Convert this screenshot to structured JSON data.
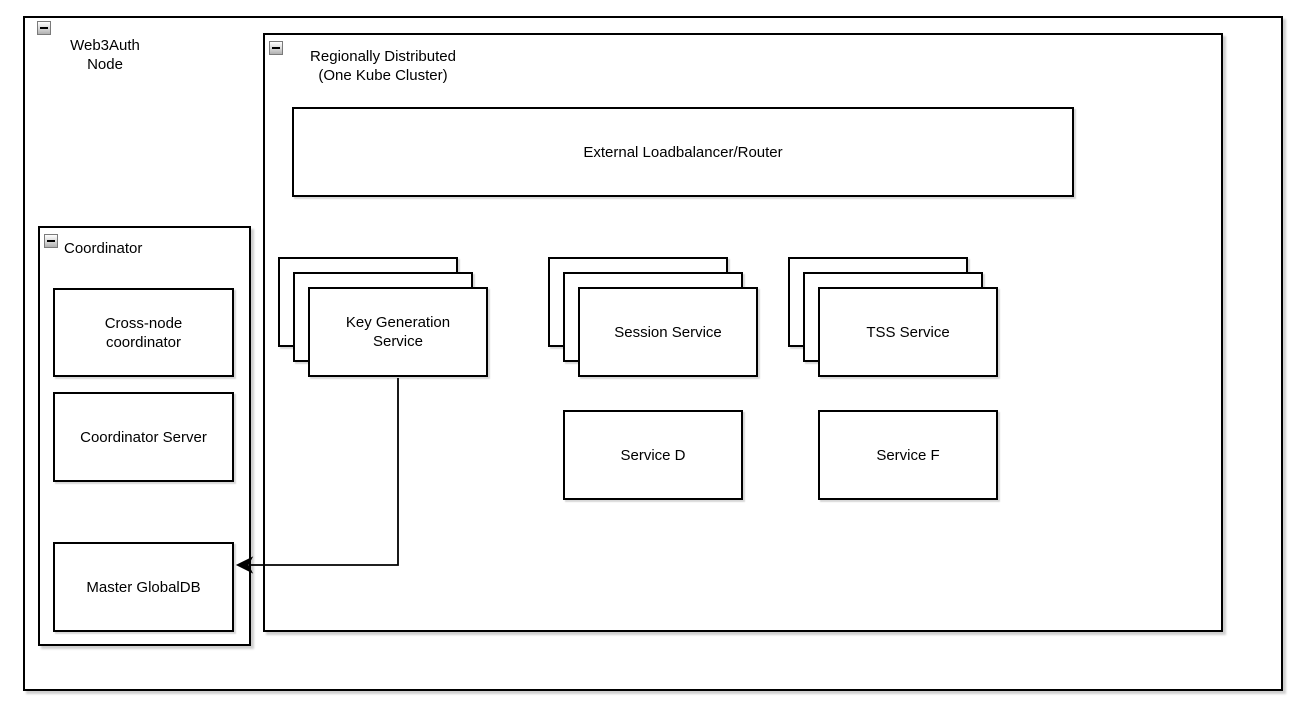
{
  "colors": {
    "background": "#ffffff",
    "stroke": "#000000",
    "fill": "#ffffff",
    "shadow": "#cfcfcf"
  },
  "icons": {
    "collapse": "minus-square"
  },
  "groups": {
    "web3auth_node": {
      "label": "Web3Auth\nNode"
    },
    "kube_cluster": {
      "label": "Regionally Distributed\n(One Kube Cluster)"
    },
    "coordinator": {
      "label": "Coordinator"
    }
  },
  "nodes": {
    "loadbalancer": {
      "label": "External Loadbalancer/Router"
    },
    "key_generation_service": {
      "label": "Key Generation\nService",
      "replicas": 3
    },
    "session_service": {
      "label": "Session Service",
      "replicas": 3
    },
    "tss_service": {
      "label": "TSS Service",
      "replicas": 3
    },
    "service_d": {
      "label": "Service D"
    },
    "service_f": {
      "label": "Service F"
    },
    "cross_node_coordinator": {
      "label": "Cross-node\ncoordinator"
    },
    "coordinator_server": {
      "label": "Coordinator Server"
    },
    "master_globaldb": {
      "label": "Master GlobalDB"
    }
  },
  "edges": [
    {
      "id": "keygen-to-masterdb",
      "from": "key_generation_service",
      "to": "master_globaldb",
      "arrowhead": "left"
    }
  ]
}
